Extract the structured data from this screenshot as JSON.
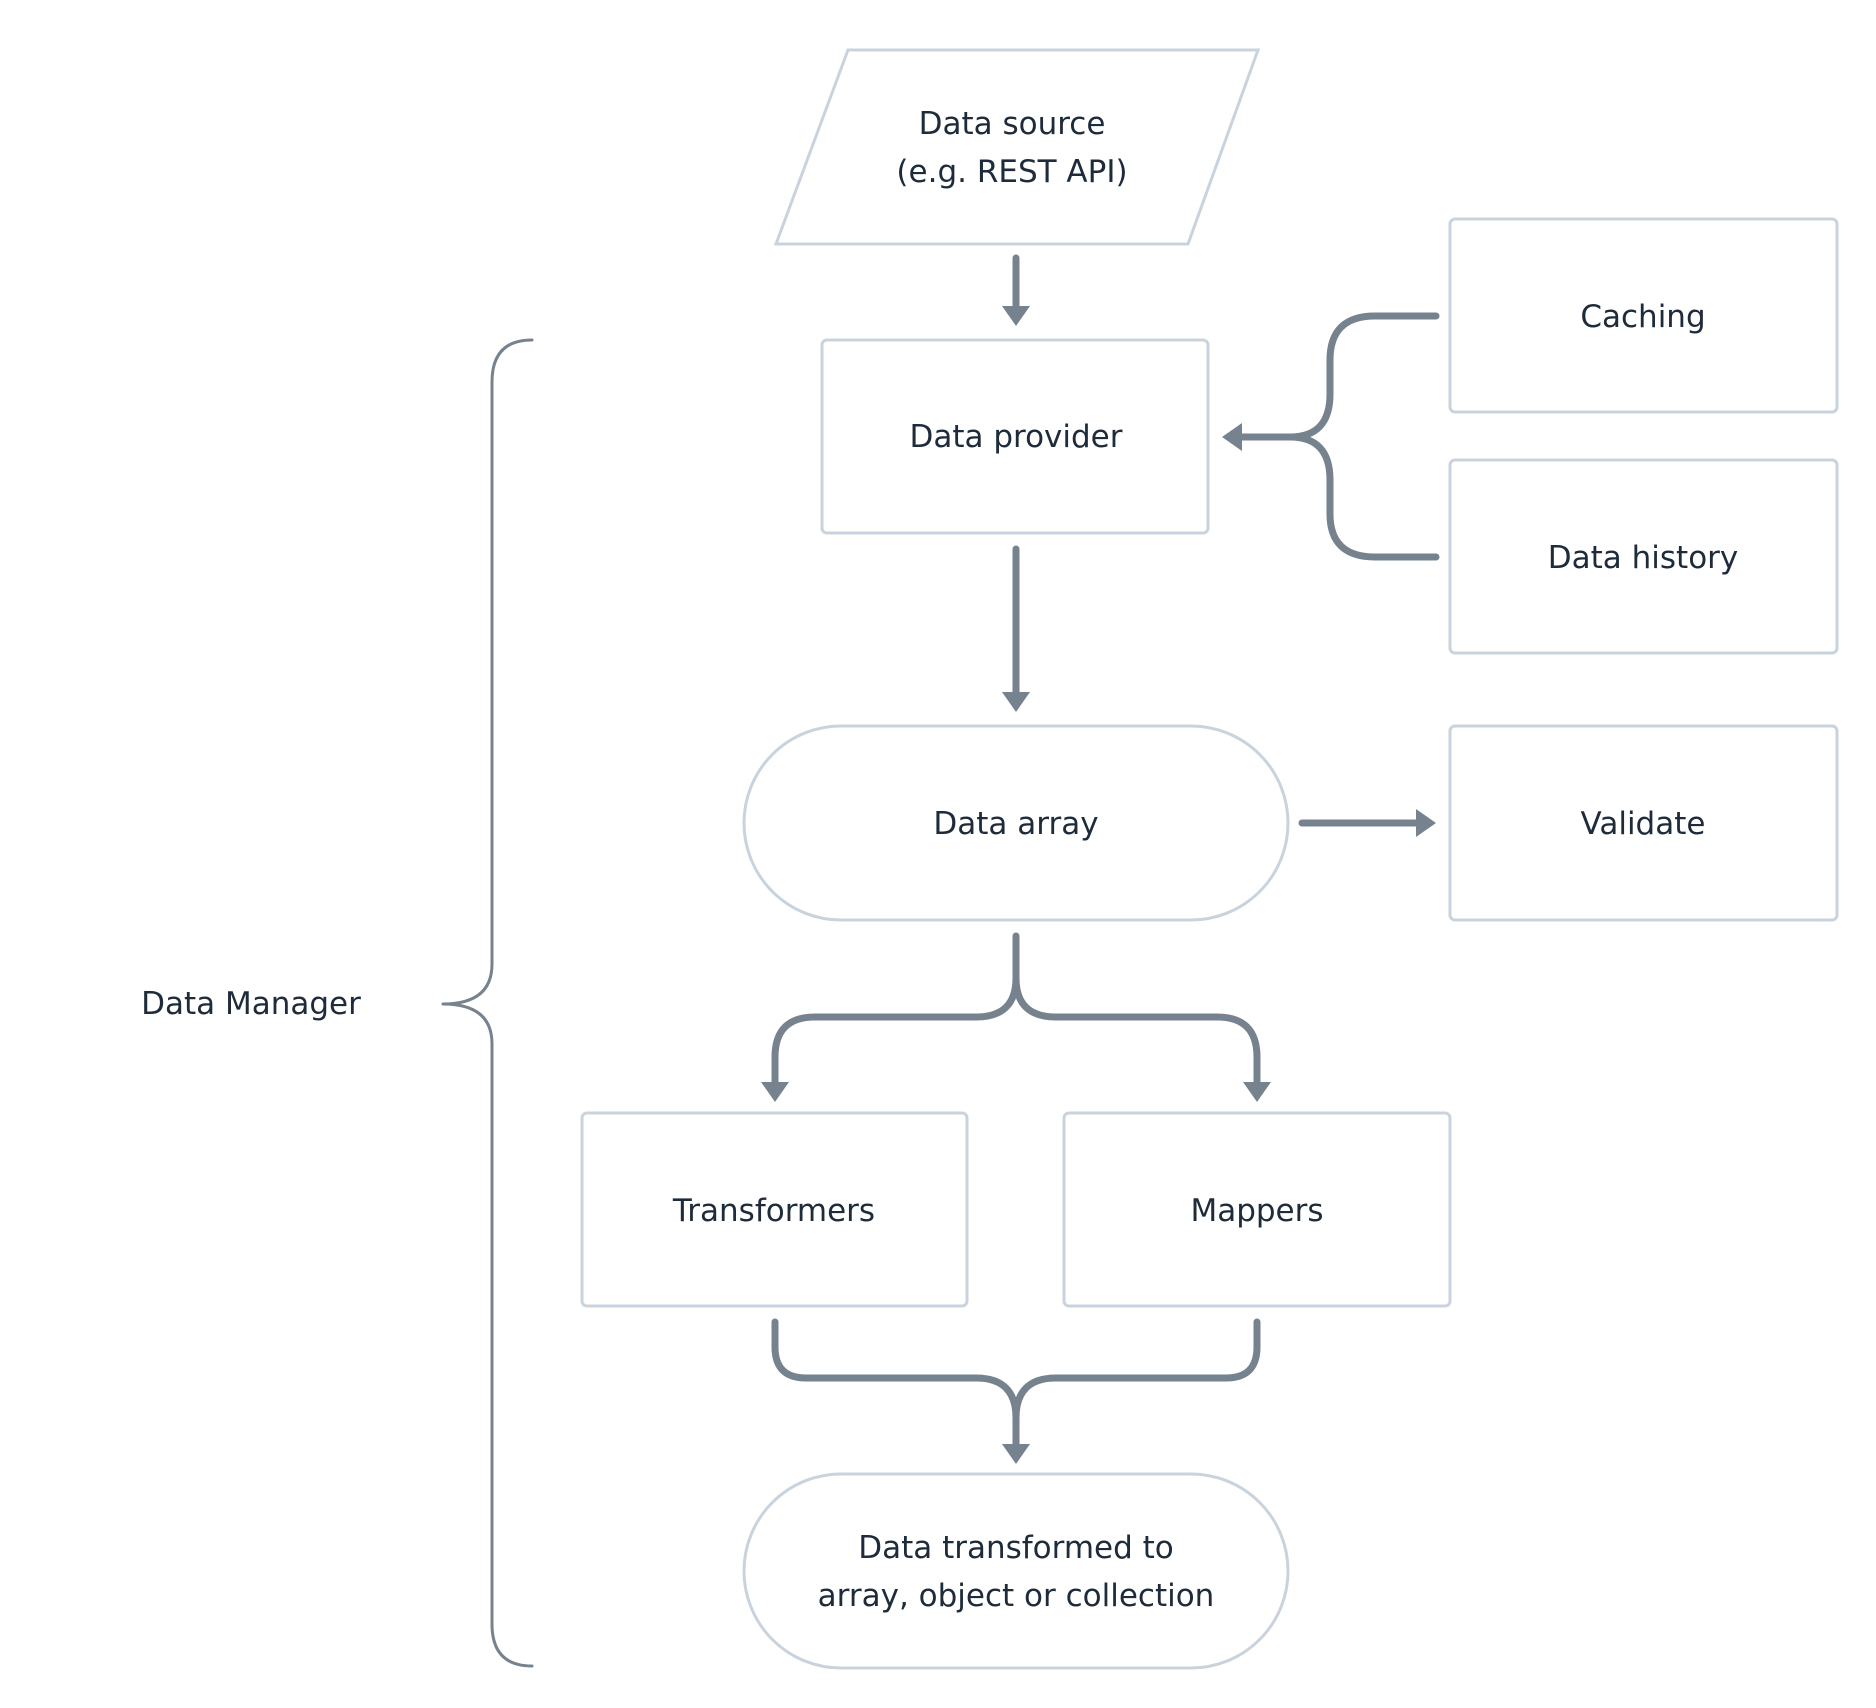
{
  "diagram": {
    "nodes": {
      "data_source": {
        "line1": "Data source",
        "line2": "(e.g. REST API)"
      },
      "data_provider": {
        "label": "Data provider"
      },
      "caching": {
        "label": "Caching"
      },
      "data_history": {
        "label": "Data history"
      },
      "data_array": {
        "label": "Data array"
      },
      "validate": {
        "label": "Validate"
      },
      "transformers": {
        "label": "Transformers"
      },
      "mappers": {
        "label": "Mappers"
      },
      "data_transformed": {
        "line1": "Data transformed to",
        "line2": "array, object or collection"
      }
    },
    "group": {
      "label": "Data Manager"
    },
    "colors": {
      "node_border": "#c9d3dd",
      "connector": "#76838f",
      "text": "#1e2b3a",
      "background": "#ffffff"
    }
  }
}
